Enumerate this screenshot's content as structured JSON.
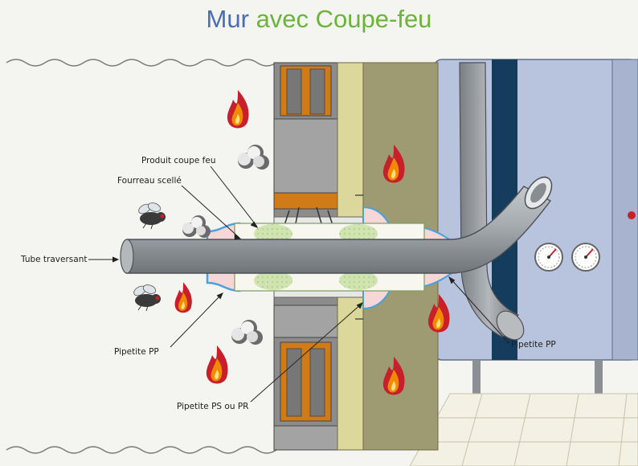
{
  "title": {
    "part1": "Mur",
    "part2": "avec Coupe-feu",
    "color1": "#4b6cb3",
    "color2": "#6cb33a"
  },
  "labels": {
    "produit_coupe_feu": "Produit coupe feu",
    "fourreau_scelle": "Fourreau scellé",
    "tube_traversant": "Tube traversant",
    "pipetite_pp_left": "Pipetite PP",
    "pipetite_ps_pr": "Pipetite PS ou PR",
    "pipetite_pp_right": "Pipetite PP"
  },
  "colors": {
    "brick_orange": "#d07a18",
    "brick_grey": "#8c8c8c",
    "insulation_yellow": "#dcd79a",
    "wall_olive": "#9e9b73",
    "tank_blue": "#b8c4de",
    "tank_navy": "#153c5c",
    "pipe_grey": "#9fa4a8",
    "intumescent_green": "#cfe4b0",
    "collar_pink": "#f6d6d6",
    "flame_orange": "#f08a00",
    "flame_red": "#c8202a"
  }
}
